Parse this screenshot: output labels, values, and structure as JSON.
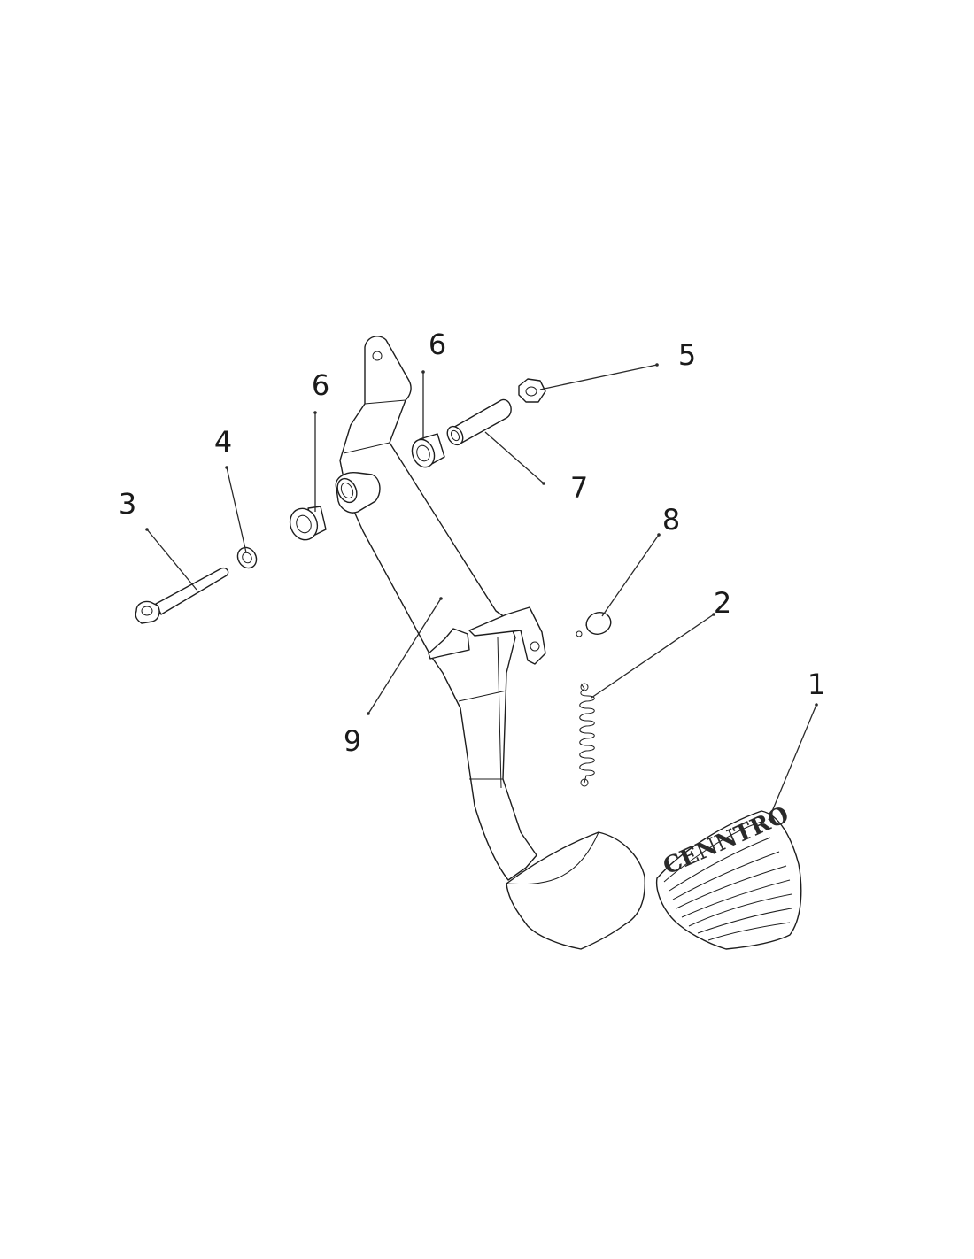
{
  "callouts": [
    {
      "id": "1",
      "text": "1"
    },
    {
      "id": "2",
      "text": "2"
    },
    {
      "id": "3",
      "text": "3"
    },
    {
      "id": "4",
      "text": "4"
    },
    {
      "id": "5",
      "text": "5"
    },
    {
      "id": "6a",
      "text": "6"
    },
    {
      "id": "6b",
      "text": "6"
    },
    {
      "id": "7",
      "text": "7"
    },
    {
      "id": "8",
      "text": "8"
    },
    {
      "id": "9",
      "text": "9"
    }
  ],
  "pad_logo": "CENNTRO"
}
